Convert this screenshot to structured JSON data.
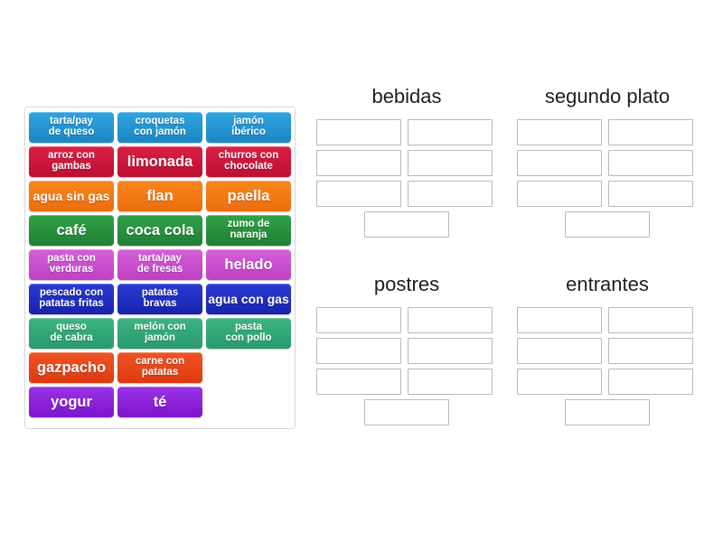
{
  "page": {
    "background_color": "#ffffff",
    "type": "drag-and-drop group-sort activity"
  },
  "tray": {
    "name": "word-tile-tray",
    "tiles": [
      [
        {
          "lines": [
            "tarta/pay",
            "de queso"
          ],
          "color": "#1b87c4",
          "theme": "c-blue",
          "size": "two-line"
        },
        {
          "lines": [
            "croquetas",
            "con jamón"
          ],
          "color": "#1b87c4",
          "theme": "c-blue",
          "size": "two-line"
        },
        {
          "lines": [
            "jamón",
            "ibérico"
          ],
          "color": "#1b87c4",
          "theme": "c-blue",
          "size": "two-line"
        }
      ],
      [
        {
          "lines": [
            "arroz con",
            "gambas"
          ],
          "color": "#bc0f33",
          "theme": "c-crimson",
          "size": "two-line"
        },
        {
          "lines": [
            "limonada"
          ],
          "color": "#bc0f33",
          "theme": "c-crimson",
          "size": "one-line"
        },
        {
          "lines": [
            "churros con",
            "chocolate"
          ],
          "color": "#bc0f33",
          "theme": "c-crimson",
          "size": "two-line"
        }
      ],
      [
        {
          "lines": [
            "agua sin gas"
          ],
          "color": "#ec6d0c",
          "theme": "c-orange",
          "size": "one-line-sm"
        },
        {
          "lines": [
            "flan"
          ],
          "color": "#ec6d0c",
          "theme": "c-orange",
          "size": "one-line"
        },
        {
          "lines": [
            "paella"
          ],
          "color": "#ec6d0c",
          "theme": "c-orange",
          "size": "one-line"
        }
      ],
      [
        {
          "lines": [
            "café"
          ],
          "color": "#1f8036",
          "theme": "c-green",
          "size": "one-line"
        },
        {
          "lines": [
            "coca cola"
          ],
          "color": "#1f8036",
          "theme": "c-green",
          "size": "one-line"
        },
        {
          "lines": [
            "zumo de",
            "naranja"
          ],
          "color": "#1f8036",
          "theme": "c-green",
          "size": "two-line"
        }
      ],
      [
        {
          "lines": [
            "pasta con",
            "verduras"
          ],
          "color": "#c040c4",
          "theme": "c-magenta",
          "size": "two-line"
        },
        {
          "lines": [
            "tarta/pay",
            "de fresas"
          ],
          "color": "#c040c4",
          "theme": "c-magenta",
          "size": "two-line"
        },
        {
          "lines": [
            "helado"
          ],
          "color": "#c040c4",
          "theme": "c-magenta",
          "size": "one-line"
        }
      ],
      [
        {
          "lines": [
            "pescado con",
            "patatas fritas"
          ],
          "color": "#1823ac",
          "theme": "c-navy",
          "size": "two-line"
        },
        {
          "lines": [
            "patatas",
            "bravas"
          ],
          "color": "#1823ac",
          "theme": "c-navy",
          "size": "two-line"
        },
        {
          "lines": [
            "agua con gas"
          ],
          "color": "#1823ac",
          "theme": "c-navy",
          "size": "one-line-sm"
        }
      ],
      [
        {
          "lines": [
            "queso",
            "de cabra"
          ],
          "color": "#2a9a6c",
          "theme": "c-sea",
          "size": "two-line"
        },
        {
          "lines": [
            "melón con",
            "jamón"
          ],
          "color": "#2a9a6c",
          "theme": "c-sea",
          "size": "two-line"
        },
        {
          "lines": [
            "pasta",
            "con pollo"
          ],
          "color": "#2a9a6c",
          "theme": "c-sea",
          "size": "two-line"
        }
      ],
      [
        {
          "lines": [
            "gazpacho"
          ],
          "color": "#dd3a11",
          "theme": "c-orangered",
          "size": "one-line"
        },
        {
          "lines": [
            "carne con",
            "patatas"
          ],
          "color": "#dd3a11",
          "theme": "c-orangered",
          "size": "two-line"
        },
        {
          "lines": [],
          "color": "",
          "theme": "blank",
          "size": "blank"
        }
      ],
      [
        {
          "lines": [
            "yogur"
          ],
          "color": "#7c14cc",
          "theme": "c-purple",
          "size": "one-line"
        },
        {
          "lines": [
            "té"
          ],
          "color": "#7c14cc",
          "theme": "c-purple",
          "size": "one-line"
        },
        {
          "lines": [],
          "color": "",
          "theme": "blank",
          "size": "blank"
        }
      ]
    ]
  },
  "categories": [
    {
      "title": "bebidas",
      "slot_count": 7,
      "slots": [
        "",
        "",
        "",
        "",
        "",
        "",
        ""
      ]
    },
    {
      "title": "segundo plato",
      "slot_count": 7,
      "slots": [
        "",
        "",
        "",
        "",
        "",
        "",
        ""
      ]
    },
    {
      "title": "postres",
      "slot_count": 7,
      "slots": [
        "",
        "",
        "",
        "",
        "",
        "",
        ""
      ]
    },
    {
      "title": "entrantes",
      "slot_count": 7,
      "slots": [
        "",
        "",
        "",
        "",
        "",
        "",
        ""
      ]
    }
  ]
}
